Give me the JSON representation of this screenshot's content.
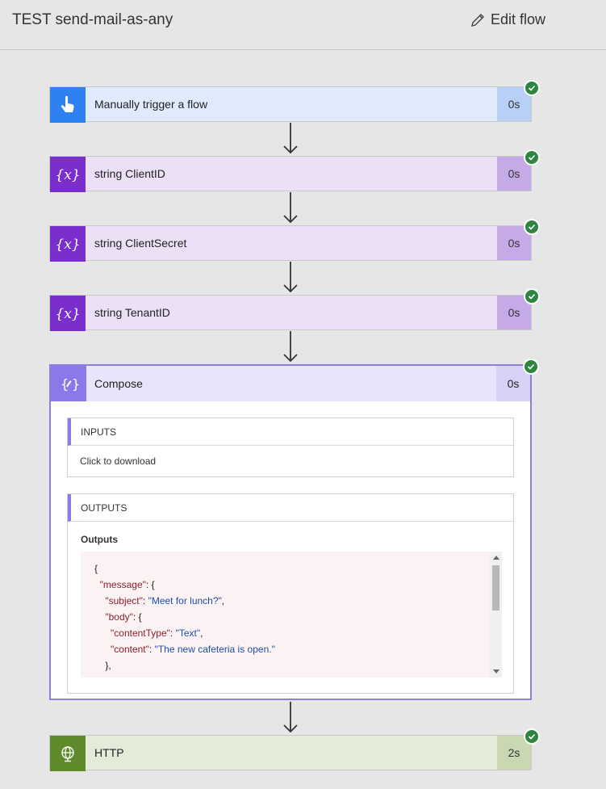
{
  "header": {
    "title": "TEST send-mail-as-any",
    "edit_label": "Edit flow"
  },
  "steps": {
    "trigger": {
      "label": "Manually trigger a flow",
      "duration": "0s",
      "icon": "touch-icon",
      "color": "#2f80f0"
    },
    "client_id": {
      "label": "string ClientID",
      "duration": "0s",
      "icon": "variable-icon",
      "color": "#7a2fcc"
    },
    "client_secret": {
      "label": "string ClientSecret",
      "duration": "0s",
      "icon": "variable-icon",
      "color": "#7a2fcc"
    },
    "tenant_id": {
      "label": "string TenantID",
      "duration": "0s",
      "icon": "variable-icon",
      "color": "#7a2fcc"
    },
    "compose": {
      "label": "Compose",
      "duration": "0s",
      "icon": "compose-icon",
      "color": "#8c78e8",
      "inputs_title": "INPUTS",
      "download_label": "Click to download",
      "outputs_title": "OUTPUTS",
      "outputs_label": "Outputs",
      "code": {
        "open_brace": "{",
        "message_key": "\"message\"",
        "message_brace": ": {",
        "subject_key": "\"subject\"",
        "subject_value": "\"Meet for lunch?\"",
        "body_key": "\"body\"",
        "body_brace": ": {",
        "content_type_key": "\"contentType\"",
        "content_type_value": "\"Text\"",
        "content_key": "\"content\"",
        "content_value": "\"The new cafeteria is open.\"",
        "close_brace": "},"
      }
    },
    "http": {
      "label": "HTTP",
      "duration": "2s",
      "icon": "globe-icon",
      "color": "#5e8a2a"
    }
  },
  "status_color": "#2e8540"
}
